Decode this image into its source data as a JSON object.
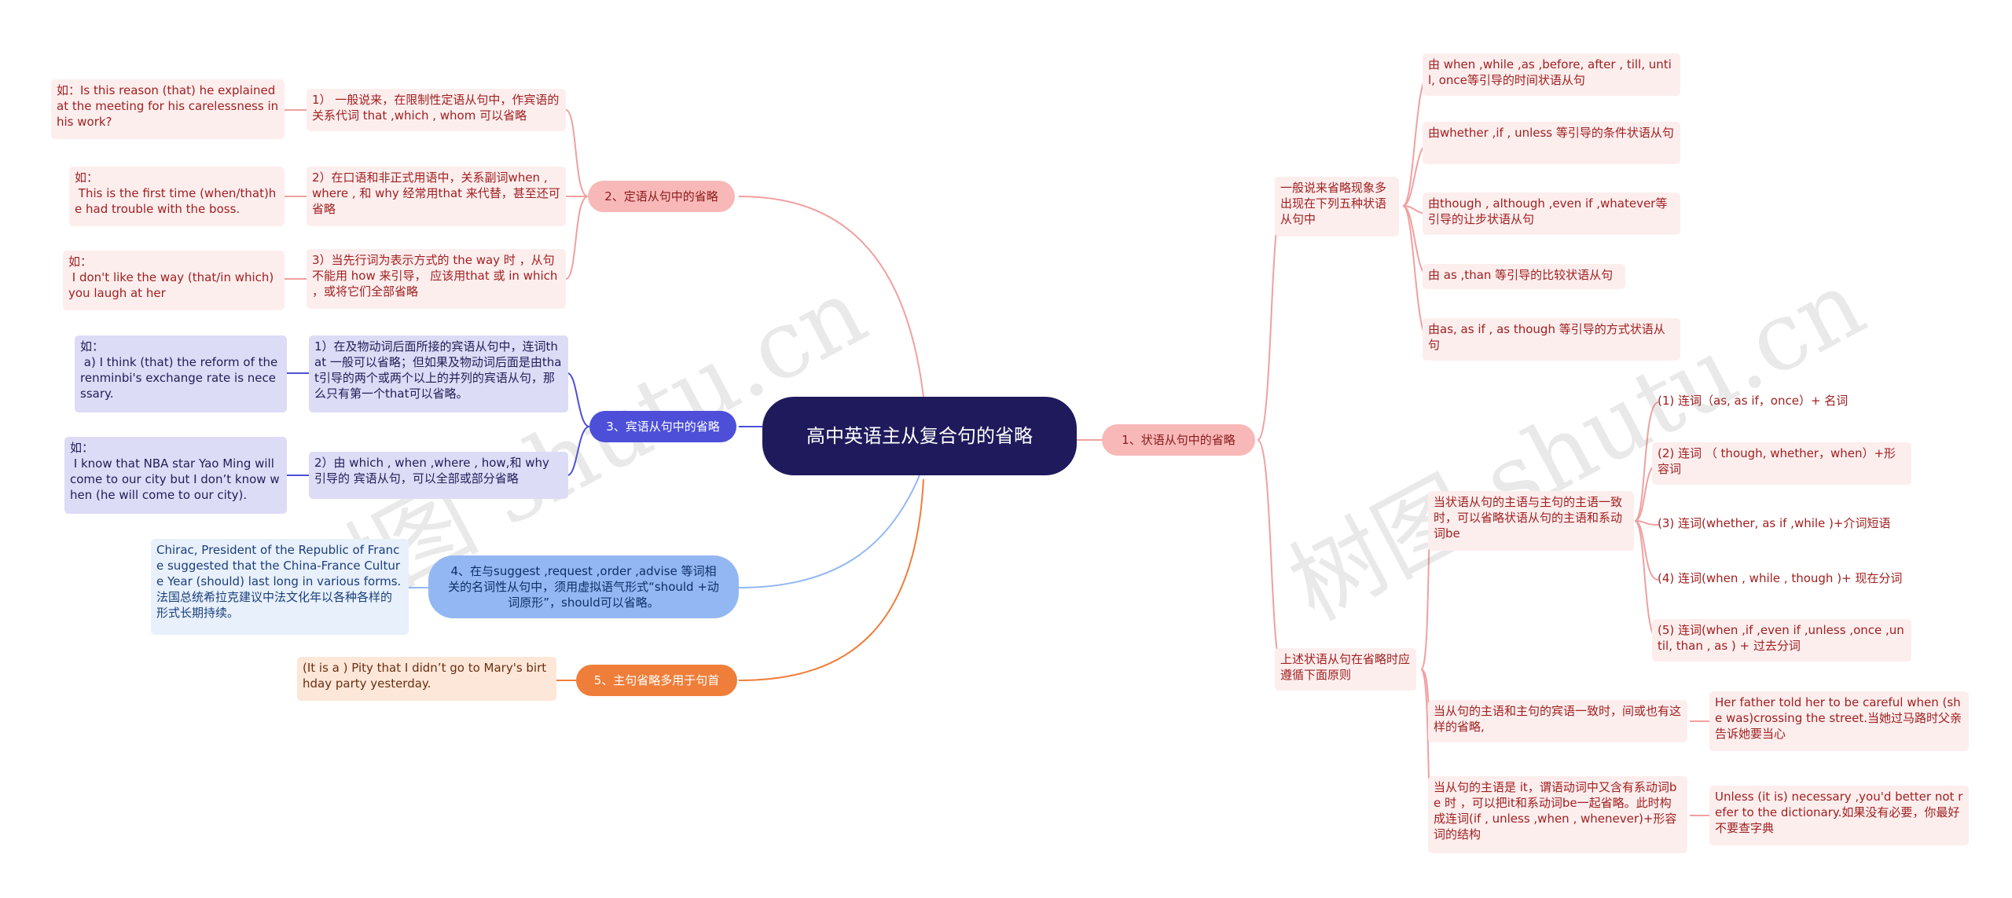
{
  "root": "高中英语主从复合句的省略",
  "watermark": "树图 shutu.cn",
  "branch1": {
    "label": "1、状语从句中的省略",
    "sub1": {
      "label": "一般说来省略现象多出现在下列五种状语从句中",
      "items": [
        "由 when ,while ,as ,before, after , till, until, once等引导的时间状语从句",
        "由whether ,if , unless 等引导的条件状语从句",
        "由though , although ,even if ,whatever等引导的让步状语从句",
        "由 as ,than 等引导的比较状语从句",
        "由as, as if , as though 等引导的方式状语从句"
      ]
    },
    "sub2": {
      "label": "上述状语从句在省略时应遵循下面原则",
      "rule1": {
        "label": "当状语从句的主语与主句的主语一致时，可以省略状语从句的主语和系动词be",
        "items": [
          "(1) 连词（as, as if，once）+ 名词",
          "(2) 连词 （ though, whether，when）+形容词",
          "(3) 连词(whether, as if ,while )+介词短语",
          "(4) 连词(when , while , though )+ 现在分词",
          "(5) 连词(when ,if ,even if ,unless ,once ,until, than , as ) + 过去分词"
        ]
      },
      "rule2": {
        "label": "当从句的主语和主句的宾语一致时，间或也有这样的省略,",
        "example": "Her father told her to be careful when (she was)crossing the street.当她过马路时父亲告诉她要当心"
      },
      "rule3": {
        "label": "当从句的主语是 it，谓语动词中又含有系动词be 时 ，可以把it和系动词be一起省略。此时构成连词(if , unless ,when , whenever)+形容词的结构",
        "example": "Unless (it is) necessary ,you'd better not refer to the dictionary.如果没有必要，你最好不要查字典"
      }
    }
  },
  "branch2": {
    "label": "2、定语从句中的省略",
    "items": [
      {
        "rule": "1） 一般说来，在限制性定语从句中，作宾语的关系代词 that ,which , whom 可以省略",
        "example": "如：Is this reason (that) he explained at the meeting for his carelessness in his work?"
      },
      {
        "rule": "2）在口语和非正式用语中，关系副词when , where , 和 why 经常用that 来代替，甚至还可省略",
        "example": "如：\n This is the first time (when/that)he had trouble with the boss."
      },
      {
        "rule": "3）当先行词为表示方式的 the way 时 ，从句不能用 how 来引导， 应该用that 或 in which ，或将它们全部省略",
        "example": "如：\n I don't like the way (that/in which) you laugh at her"
      }
    ]
  },
  "branch3": {
    "label": "3、宾语从句中的省略",
    "items": [
      {
        "rule": "1）在及物动词后面所接的宾语从句中，连词that 一般可以省略；但如果及物动词后面是由that引导的两个或两个以上的并列的宾语从句，那么只有第一个that可以省略。",
        "example": "如：\n a) I think (that) the reform of the renminbi's exchange rate is necessary."
      },
      {
        "rule": "2）由 which , when ,where , how,和 why 引导的 宾语从句，可以全部或部分省略",
        "example": "如：\n I know that NBA star Yao Ming will come to our city but I don’t know when (he will come to our city)."
      }
    ]
  },
  "branch4": {
    "label": "4、在与suggest ,request ,order ,advise 等词相关的名词性从句中，须用虚拟语气形式“should +动词原形”，should可以省略。",
    "example": "Chirac, President of the Republic of France suggested that the China-France Culture Year (should) last long in various forms.法国总统希拉克建议中法文化年以各种各样的形式长期持续。"
  },
  "branch5": {
    "label": "5、主句省略多用于句首",
    "example": "(It is a ) Pity that I didn’t go to Mary's birthday party yesterday."
  },
  "colors": {
    "root": "#1f1a5c",
    "branch1": "#f8b8b8",
    "branch3": "#4d4fd9",
    "branch4": "#93b7f3",
    "branch5": "#ef7e3a"
  }
}
